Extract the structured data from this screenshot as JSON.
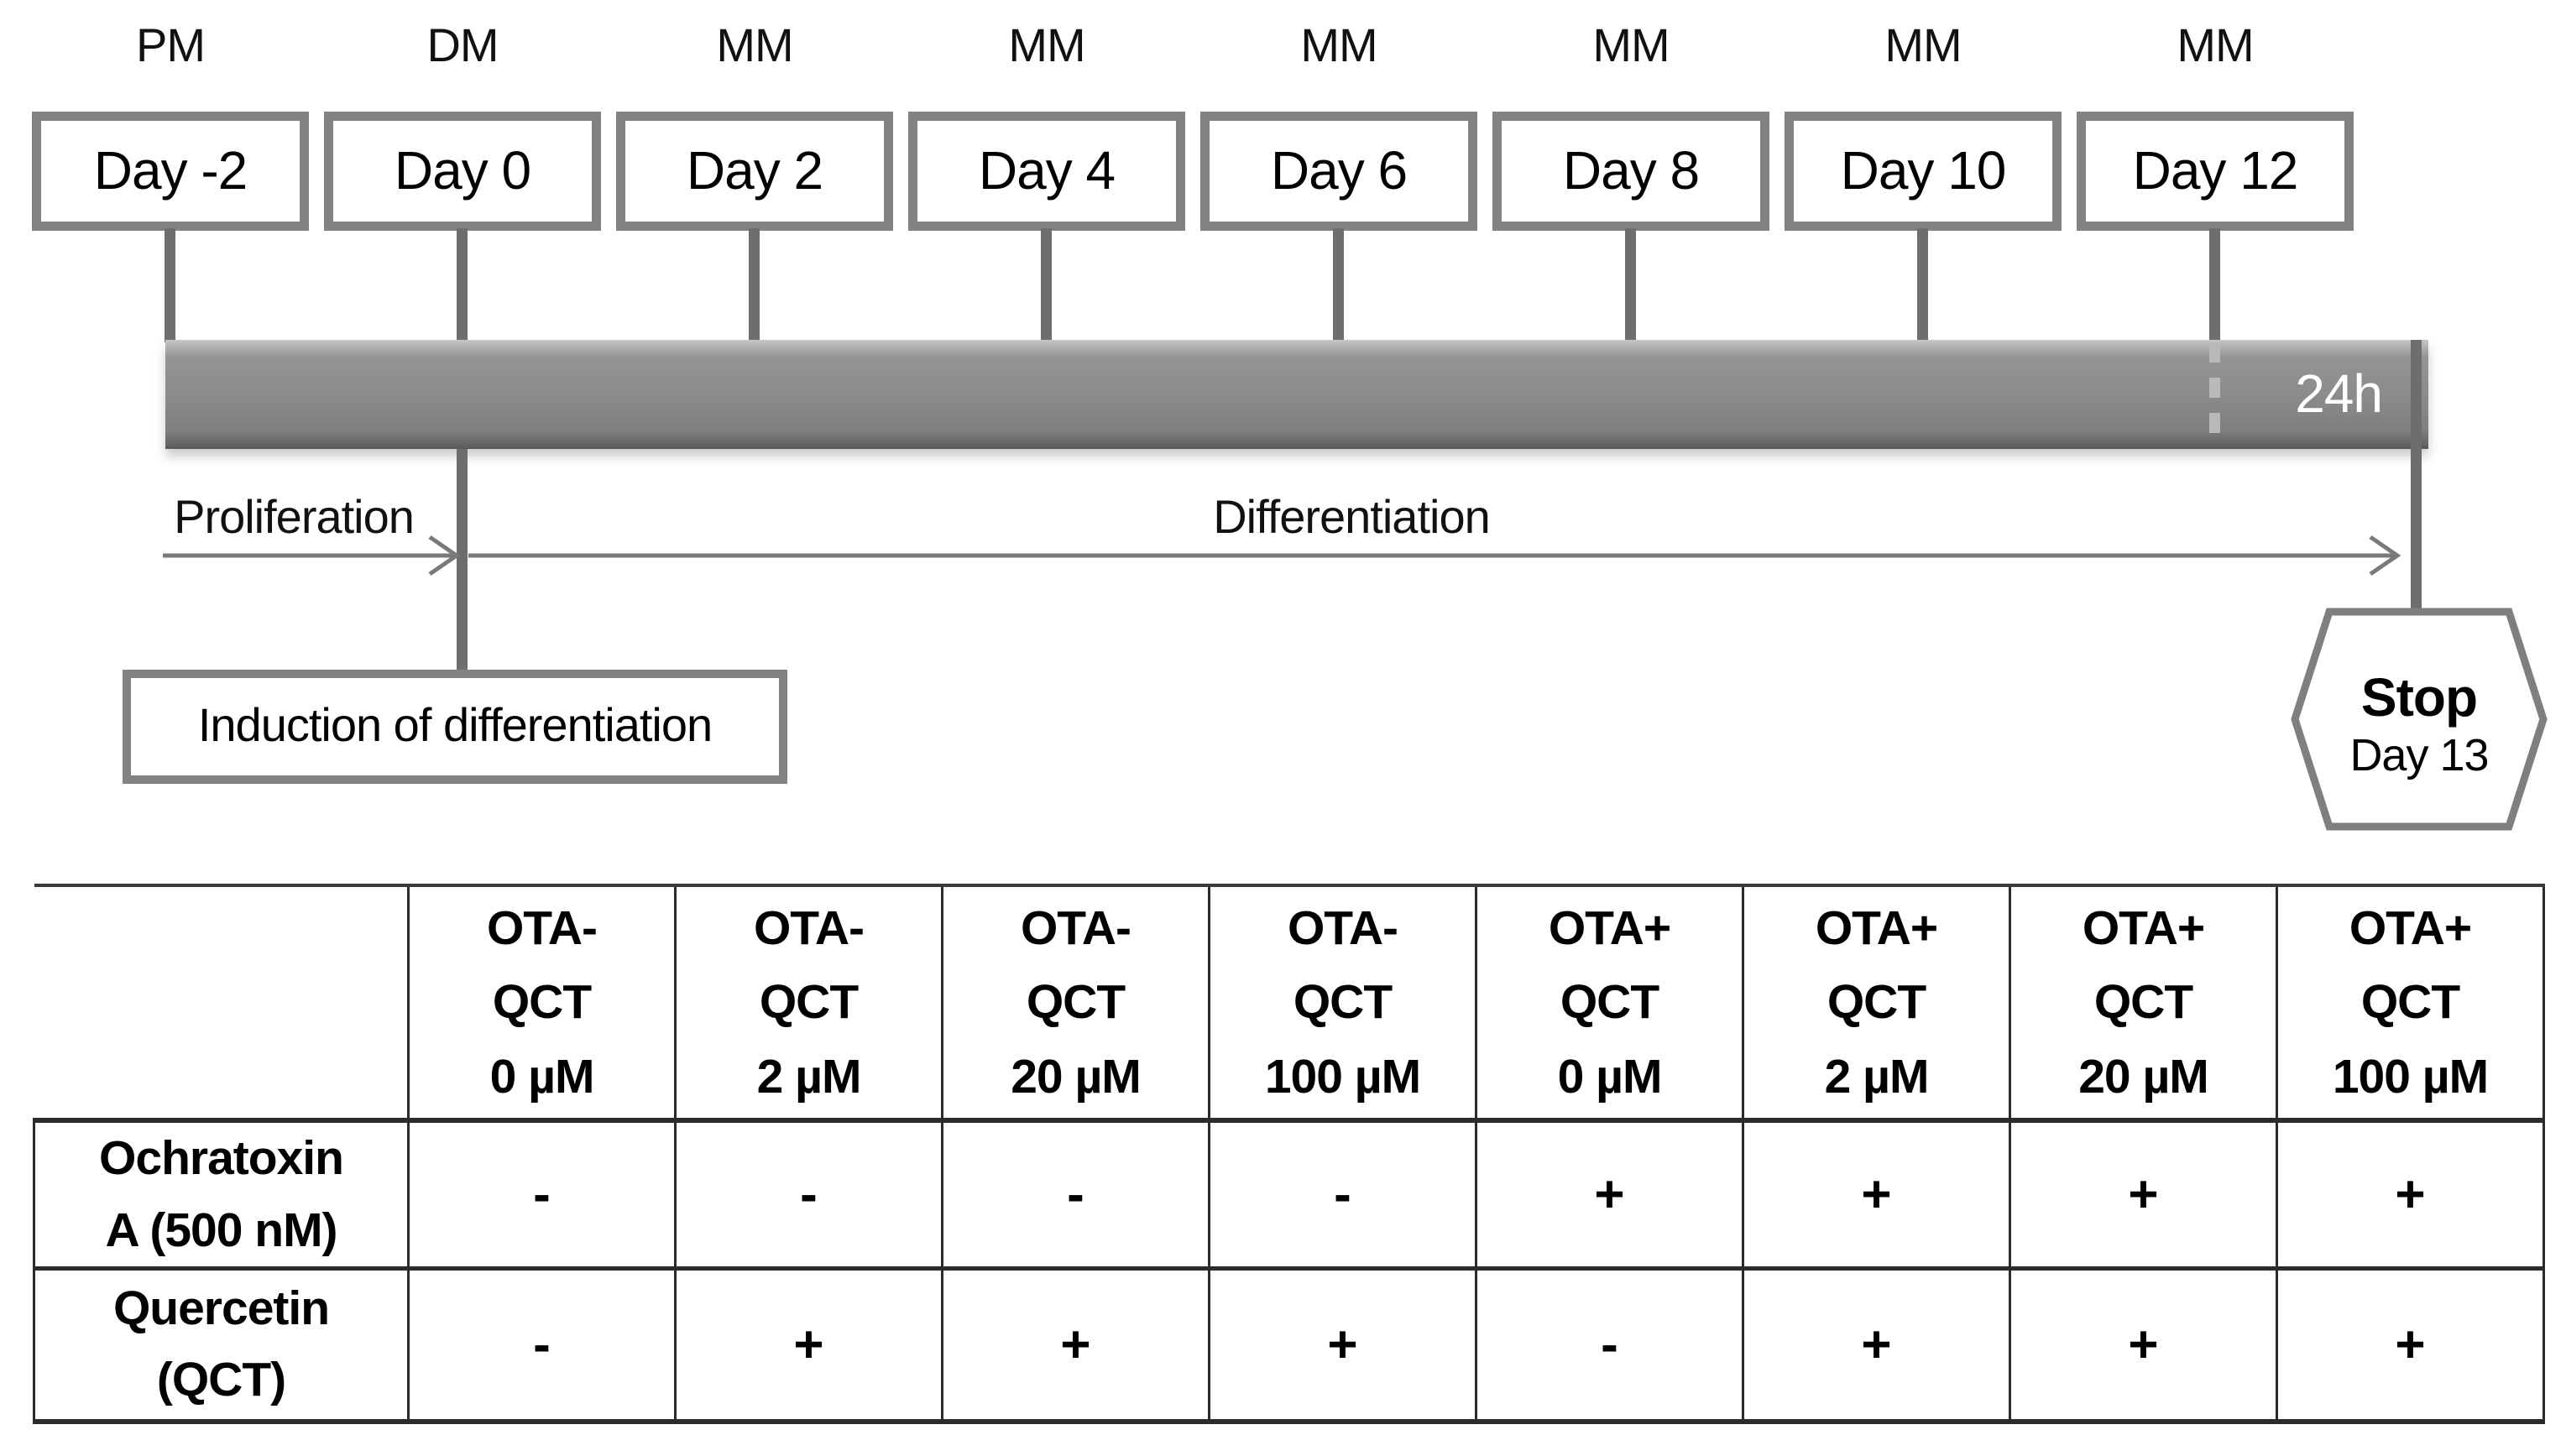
{
  "palette": {
    "box_border_gray": "#828282",
    "connector_gray": "#6e6e6e",
    "bar_gray": "#8a8a8a",
    "arrow_gray": "#7a7a7a",
    "table_border_black": "#2b2b2b",
    "bar_label_white": "#ffffff",
    "text_black": "#000000"
  },
  "timeline": {
    "columns": [
      {
        "media": "PM",
        "day": "Day -2"
      },
      {
        "media": "DM",
        "day": "Day 0"
      },
      {
        "media": "MM",
        "day": "Day 2"
      },
      {
        "media": "MM",
        "day": "Day 4"
      },
      {
        "media": "MM",
        "day": "Day 6"
      },
      {
        "media": "MM",
        "day": "Day 8"
      },
      {
        "media": "MM",
        "day": "Day 10"
      },
      {
        "media": "MM",
        "day": "Day 12"
      }
    ],
    "bar_label": "24h",
    "phase_left": "Proliferation",
    "phase_right": "Differentiation",
    "induction_label": "Induction of differentiation",
    "stop_title": "Stop",
    "stop_subtitle": "Day 13"
  },
  "table": {
    "col_headers": [
      "OTA-\nQCT\n0 µM",
      "OTA-\nQCT\n2 µM",
      "OTA-\nQCT\n20 µM",
      "OTA-\nQCT\n100 µM",
      "OTA+\nQCT\n0 µM",
      "OTA+\nQCT\n2 µM",
      "OTA+\nQCT\n20 µM",
      "OTA+\nQCT\n100 µM"
    ],
    "rows": [
      {
        "label": "Ochratoxin\nA (500 nM)",
        "values": [
          "-",
          "-",
          "-",
          "-",
          "+",
          "+",
          "+",
          "+"
        ]
      },
      {
        "label": "Quercetin\n(QCT)",
        "values": [
          "-",
          "+",
          "+",
          "+",
          "-",
          "+",
          "+",
          "+"
        ]
      }
    ]
  }
}
